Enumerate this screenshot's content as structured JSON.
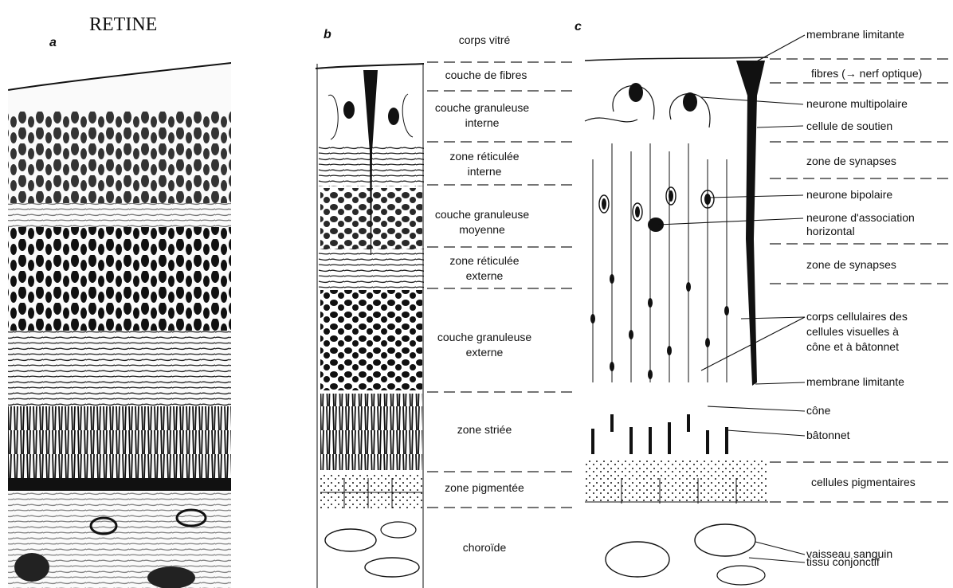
{
  "title": "RETINE",
  "panels": {
    "a": "a",
    "b": "b",
    "c": "c"
  },
  "b_labels": [
    [
      "corps vitré"
    ],
    [
      "couche de fibres"
    ],
    [
      "couche granuleuse",
      "interne"
    ],
    [
      "zone réticulée",
      "interne"
    ],
    [
      "couche granuleuse",
      "moyenne"
    ],
    [
      "zone réticulée",
      "externe"
    ],
    [
      "couche granuleuse",
      "externe"
    ],
    [
      "zone striée"
    ],
    [
      "zone pigmentée"
    ],
    [
      "choroïde"
    ]
  ],
  "c_layer_labels": [
    [
      "fibres (→ nerf optique)"
    ],
    [
      "zone de synapses"
    ],
    [
      "zone de synapses"
    ],
    [
      "cellules pigmentaires"
    ]
  ],
  "c_callouts": [
    [
      "membrane limitante"
    ],
    [
      "neurone multipolaire"
    ],
    [
      "cellule de soutien"
    ],
    [
      "neurone bipolaire"
    ],
    [
      "neurone d'association",
      "horizontal"
    ],
    [
      "corps cellulaires des",
      "cellules visuelles à",
      "cône et à bâtonnet"
    ],
    [
      "membrane limitante"
    ],
    [
      "cône"
    ],
    [
      "bâtonnet"
    ],
    [
      "vaisseau sanguin"
    ],
    [
      "tissu conjonctif"
    ]
  ]
}
